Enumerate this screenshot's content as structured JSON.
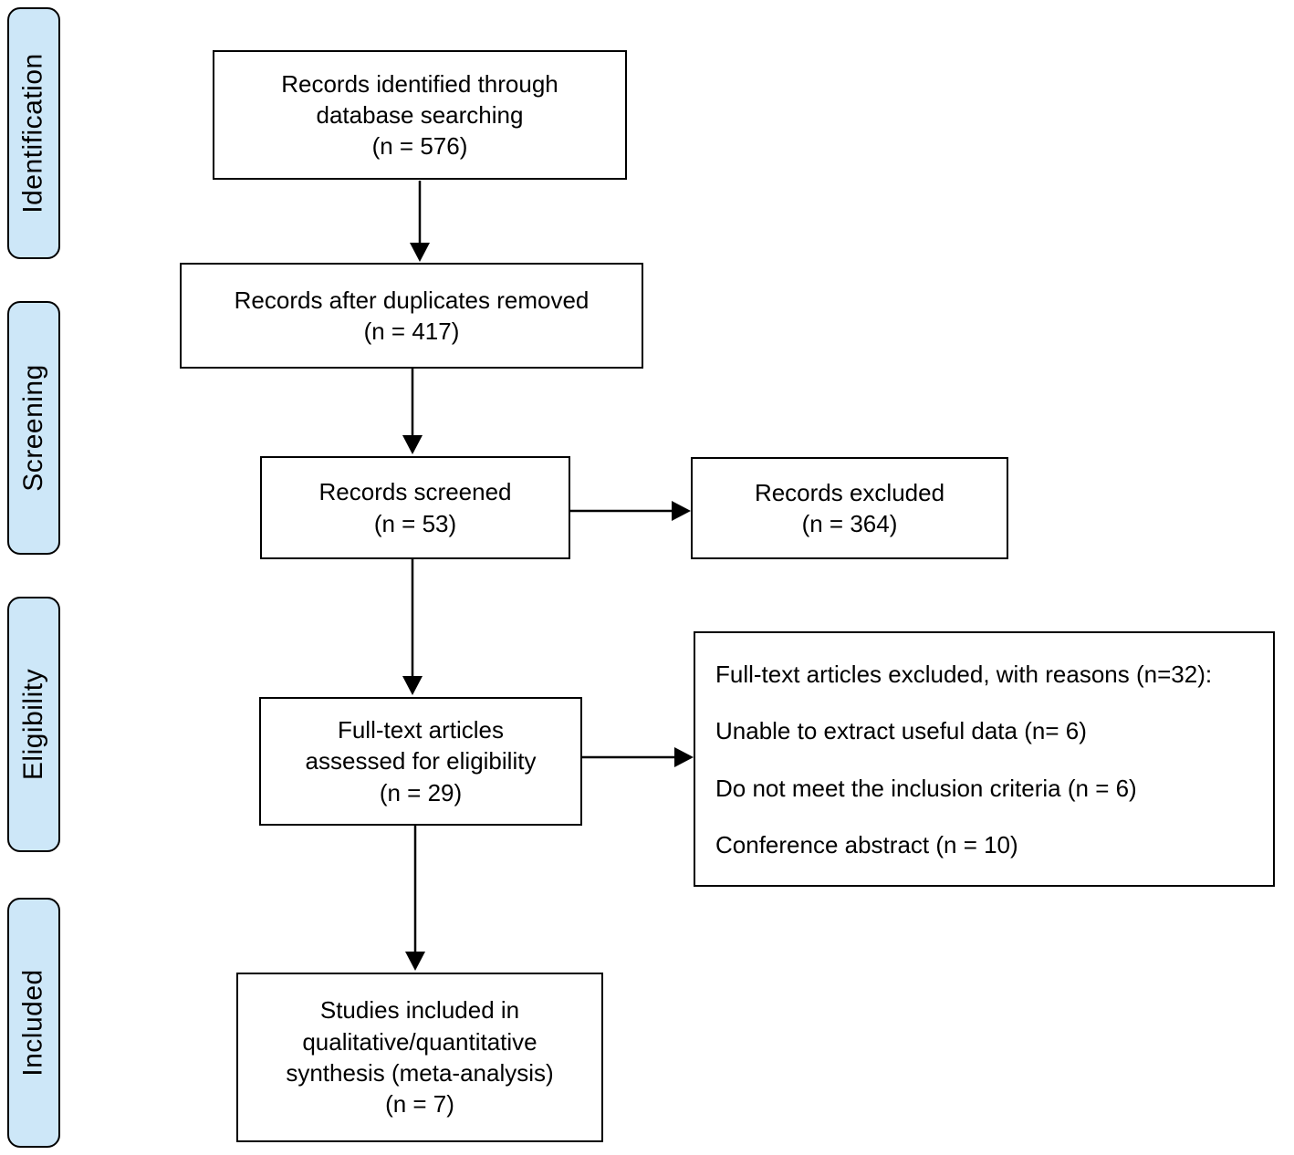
{
  "colors": {
    "stage_fill": "#cde7f8",
    "stage_border": "#000000",
    "box_fill": "#ffffff",
    "box_border": "#000000",
    "arrow": "#000000",
    "text": "#000000",
    "background": "#ffffff"
  },
  "stages": [
    {
      "id": "identification",
      "label": "Identification"
    },
    {
      "id": "screening",
      "label": "Screening"
    },
    {
      "id": "eligibility",
      "label": "Eligibility"
    },
    {
      "id": "included",
      "label": "Included"
    }
  ],
  "boxes": {
    "records_identified": {
      "text": "Records identified through\ndatabase searching\n(n = 576)"
    },
    "records_after_duplicates": {
      "text": "Records after duplicates removed\n(n = 417)"
    },
    "records_screened": {
      "text": "Records screened\n(n = 53)"
    },
    "records_excluded": {
      "text": "Records excluded\n(n = 364)"
    },
    "fulltext_assessed": {
      "text": "Full-text articles\nassessed for eligibility\n(n = 29)"
    },
    "fulltext_excluded": {
      "heading": "Full-text articles excluded, with reasons (n=32):",
      "reasons": [
        "Unable to extract useful data (n= 6)",
        "Do not meet the inclusion criteria (n = 6)",
        "Conference abstract (n = 10)"
      ]
    },
    "studies_included": {
      "text": "Studies included in\nqualitative/quantitative\nsynthesis (meta-analysis)\n(n = 7)"
    }
  }
}
